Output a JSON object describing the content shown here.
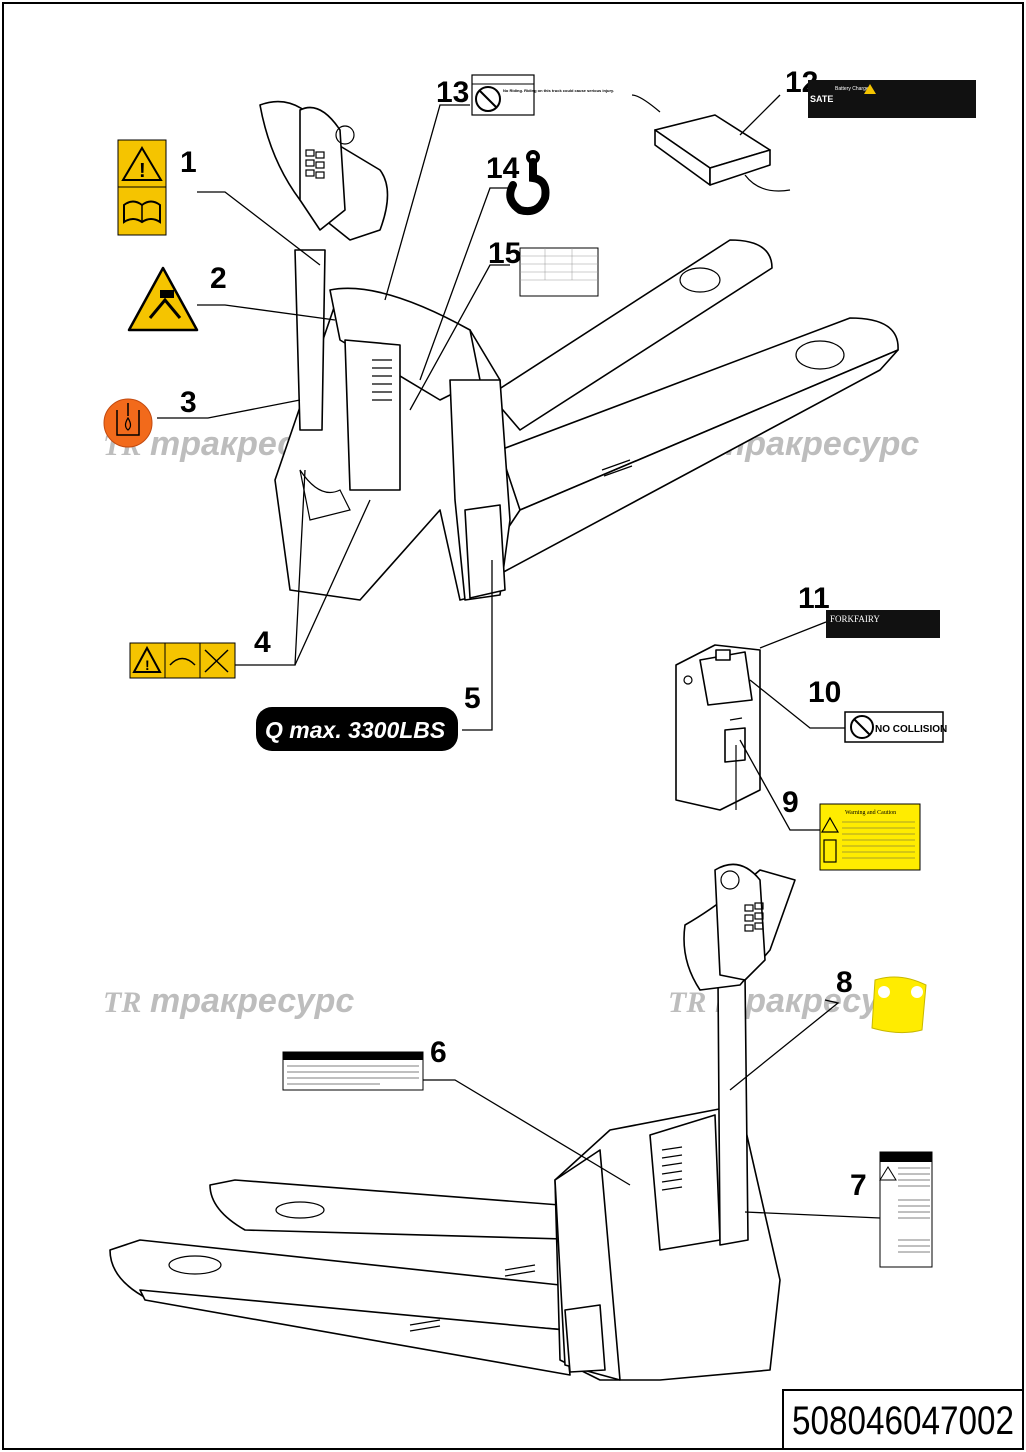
{
  "callouts": [
    "1",
    "2",
    "3",
    "4",
    "5",
    "6",
    "7",
    "8",
    "9",
    "10",
    "11",
    "12",
    "13",
    "14",
    "15"
  ],
  "watermark": {
    "logo": "TR",
    "text": "тракресурс"
  },
  "labels": {
    "capacity": "Q max. 3300LBS",
    "no_collision": "NO COLLISION",
    "warning_caution": "Warning and Caution",
    "battery_charger": "Battery Charger",
    "forkfairy": "FORKFAIRY",
    "no_riding": "No Riding. Riding on this truck could cause serious injury."
  },
  "part_number": "508046047002",
  "colors": {
    "warning_yellow": "#f5c400",
    "orange": "#f26a1b",
    "yellow_plate": "#ffec00",
    "watermark_gray": "#bdbdbd"
  }
}
